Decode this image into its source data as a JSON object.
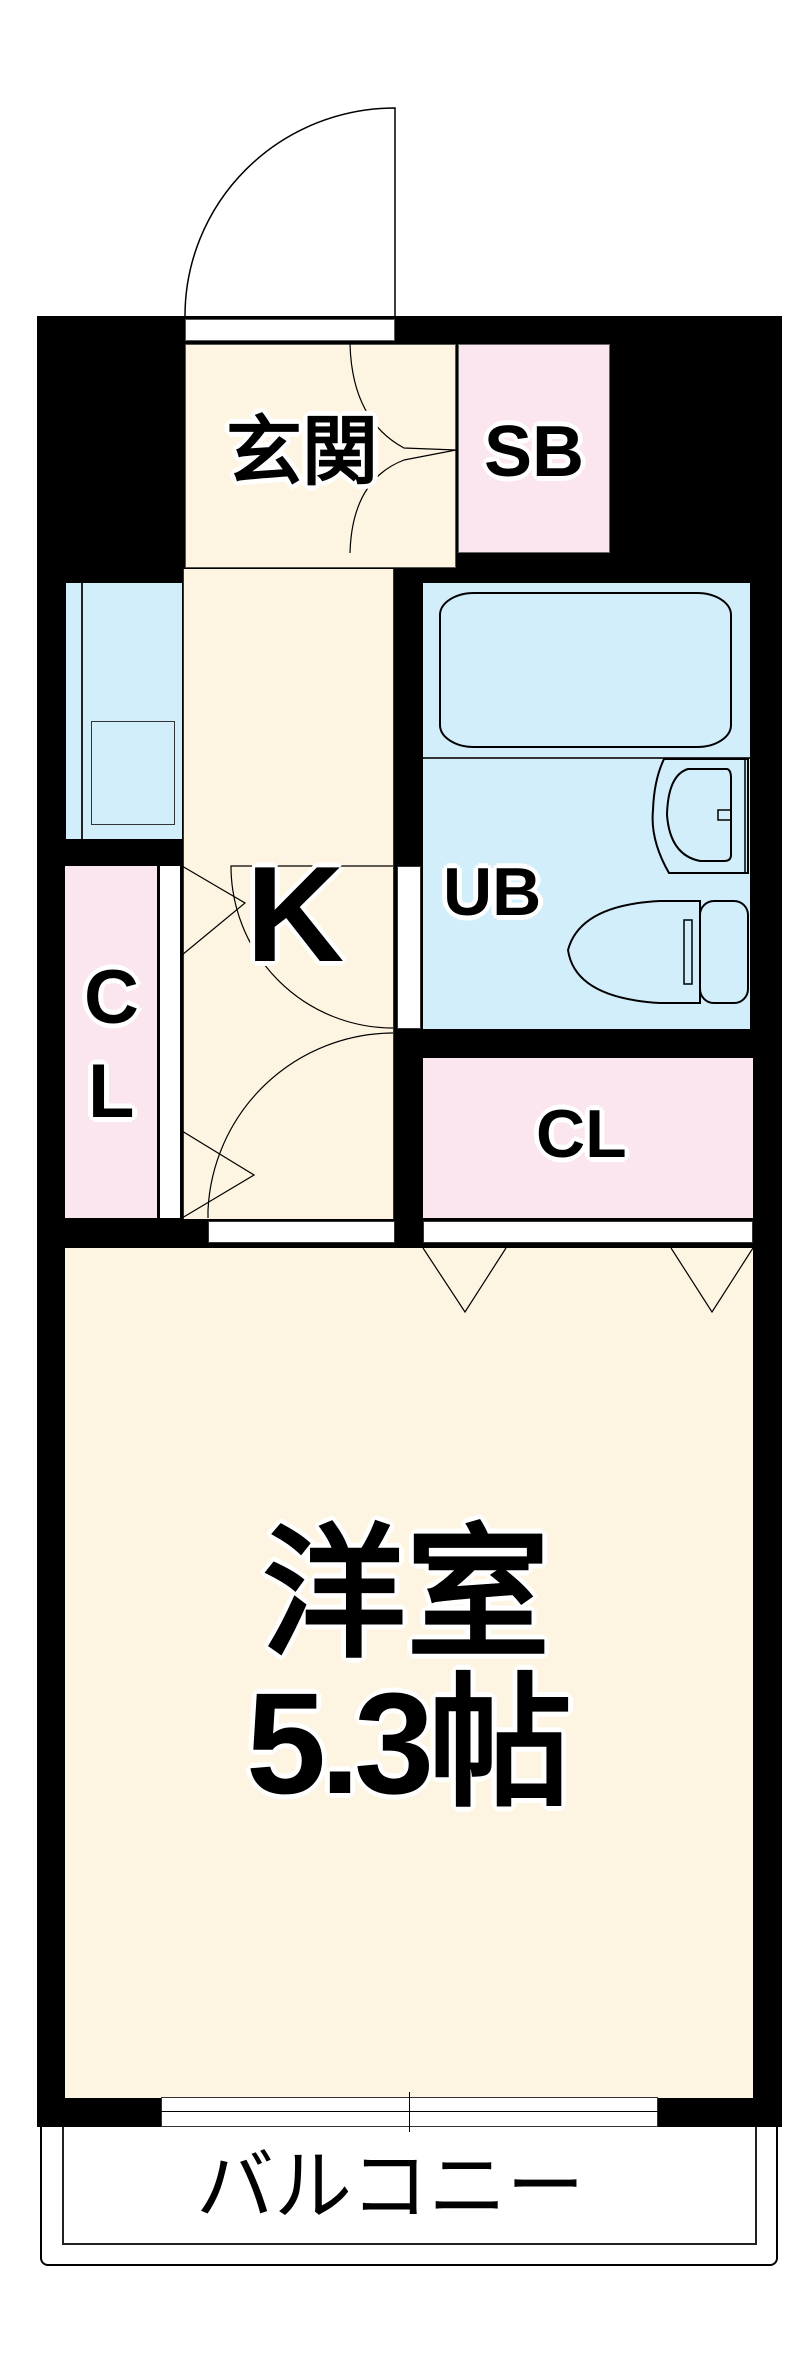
{
  "floorplan": {
    "colors": {
      "wall": "#000000",
      "floor": "#fdf5e1",
      "wet_area": "#d2eefb",
      "closet": "#fbe5ef",
      "background": "#ffffff"
    },
    "rooms": {
      "entrance": {
        "label": "玄関"
      },
      "shoe_box": {
        "label": "SB"
      },
      "kitchen": {
        "label": "K"
      },
      "unit_bath": {
        "label": "UB"
      },
      "closet_left": {
        "label_line1": "C",
        "label_line2": "L"
      },
      "closet_right": {
        "label": "CL"
      },
      "western_room": {
        "label_line1": "洋室",
        "label_line2": "5.3帖"
      },
      "balcony": {
        "label": "バルコニー"
      }
    }
  }
}
